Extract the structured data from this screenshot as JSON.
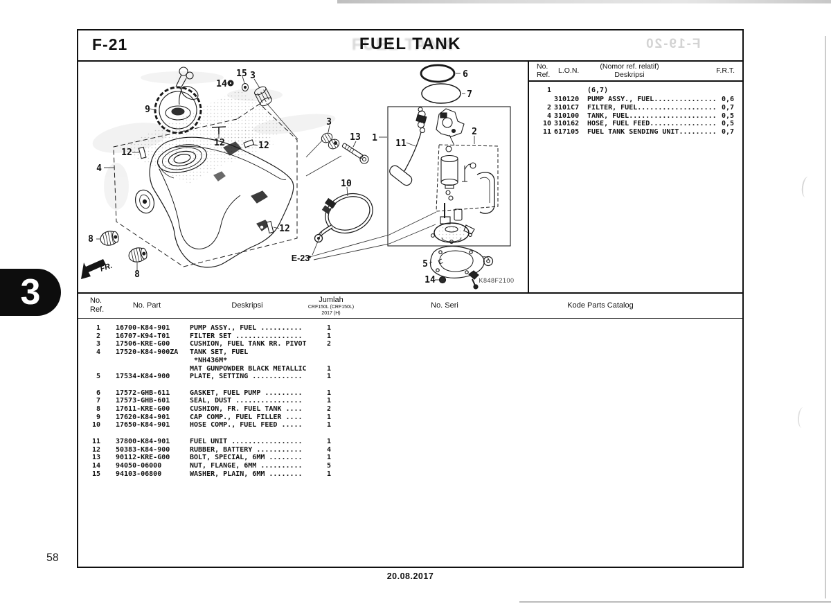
{
  "page": {
    "code": "F-21",
    "title": "FUEL TANK",
    "page_number": "58",
    "date": "20.08.2017",
    "side_tab": "3",
    "ghost_text": "F-19-20"
  },
  "lon_table": {
    "header": {
      "ref1": "No.",
      "ref2": "Ref.",
      "lon": "L.O.N.",
      "desc1": "(Nomor ref. relatif)",
      "desc2": "Deskripsi",
      "frt": "F.R.T."
    },
    "rows": [
      {
        "ref": "1",
        "lon": "",
        "desc": "(6,7)",
        "frt": ""
      },
      {
        "ref": "",
        "lon": "310120",
        "desc": "PUMP ASSY., FUEL...............",
        "frt": "0,6"
      },
      {
        "ref": "2",
        "lon": "3101C7",
        "desc": "FILTER, FUEL...................",
        "frt": "0,7"
      },
      {
        "ref": "4",
        "lon": "310100",
        "desc": "TANK, FUEL.....................",
        "frt": "0,5"
      },
      {
        "ref": "10",
        "lon": "310162",
        "desc": "HOSE, FUEL FEED................",
        "frt": "0,5"
      },
      {
        "ref": "11",
        "lon": "617105",
        "desc": "FUEL TANK SENDING UNIT.........",
        "frt": "0,7"
      }
    ]
  },
  "parts_table": {
    "header": {
      "ref1": "No.",
      "ref2": "Ref.",
      "part": "No. Part",
      "desc": "Deskripsi",
      "qty1": "Jumlah",
      "qty2": "CRF150L (CRF150L)",
      "qty3": "2017 (H)",
      "seri": "No. Seri",
      "kode": "Kode Parts Catalog"
    },
    "rows": [
      {
        "ref": "1",
        "part": "16700-K84-901",
        "desc": "PUMP ASSY., FUEL ..........",
        "qty": "1"
      },
      {
        "ref": "2",
        "part": "16707-K94-T01",
        "desc": "FILTER SET ................",
        "qty": "1"
      },
      {
        "ref": "3",
        "part": "17506-KRE-G00",
        "desc": "CUSHION, FUEL TANK RR. PIVOT",
        "qty": "2"
      },
      {
        "ref": "4",
        "part": "17520-K84-900ZA",
        "desc": "TANK SET, FUEL",
        "qty": ""
      },
      {
        "ref": "",
        "part": "",
        "desc": " *NH436M*",
        "qty": ""
      },
      {
        "ref": "",
        "part": "",
        "desc": "MAT GUNPOWDER BLACK METALLIC",
        "qty": "1"
      },
      {
        "ref": "5",
        "part": "17534-K84-900",
        "desc": "PLATE, SETTING ............",
        "qty": "1"
      },
      {
        "ref": "6",
        "part": "17572-GHB-611",
        "desc": "GASKET, FUEL PUMP .........",
        "qty": "1"
      },
      {
        "ref": "7",
        "part": "17573-GHB-601",
        "desc": "SEAL, DUST ................",
        "qty": "1"
      },
      {
        "ref": "8",
        "part": "17611-KRE-G00",
        "desc": "CUSHION, FR. FUEL TANK ....",
        "qty": "2"
      },
      {
        "ref": "9",
        "part": "17620-K84-901",
        "desc": "CAP COMP., FUEL FILLER ....",
        "qty": "1"
      },
      {
        "ref": "10",
        "part": "17650-K84-901",
        "desc": "HOSE COMP., FUEL FEED .....",
        "qty": "1"
      },
      {
        "ref": "11",
        "part": "37800-K84-901",
        "desc": "FUEL UNIT .................",
        "qty": "1"
      },
      {
        "ref": "12",
        "part": "50383-K84-900",
        "desc": "RUBBER, BATTERY ...........",
        "qty": "4"
      },
      {
        "ref": "13",
        "part": "90112-KRE-G00",
        "desc": "BOLT, SPECIAL, 6MM ........",
        "qty": "1"
      },
      {
        "ref": "14",
        "part": "94050-06000",
        "desc": "NUT, FLANGE, 6MM ..........",
        "qty": "5"
      },
      {
        "ref": "15",
        "part": "94103-06800",
        "desc": "WASHER, PLAIN, 6MM ........",
        "qty": "1"
      }
    ]
  },
  "diagram": {
    "e23": "E-23",
    "fr": "FR.",
    "code": "K848F2100",
    "callouts": [
      {
        "label": "9"
      },
      {
        "label": "14"
      },
      {
        "label": "15"
      },
      {
        "label": "3"
      },
      {
        "label": "12"
      },
      {
        "label": "12"
      },
      {
        "label": "12"
      },
      {
        "label": "12"
      },
      {
        "label": "4"
      },
      {
        "label": "8"
      },
      {
        "label": "8"
      },
      {
        "label": "6"
      },
      {
        "label": "7"
      },
      {
        "label": "1"
      },
      {
        "label": "11"
      },
      {
        "label": "2"
      },
      {
        "label": "3"
      },
      {
        "label": "13"
      },
      {
        "label": "10"
      },
      {
        "label": "5"
      },
      {
        "label": "14"
      }
    ]
  }
}
